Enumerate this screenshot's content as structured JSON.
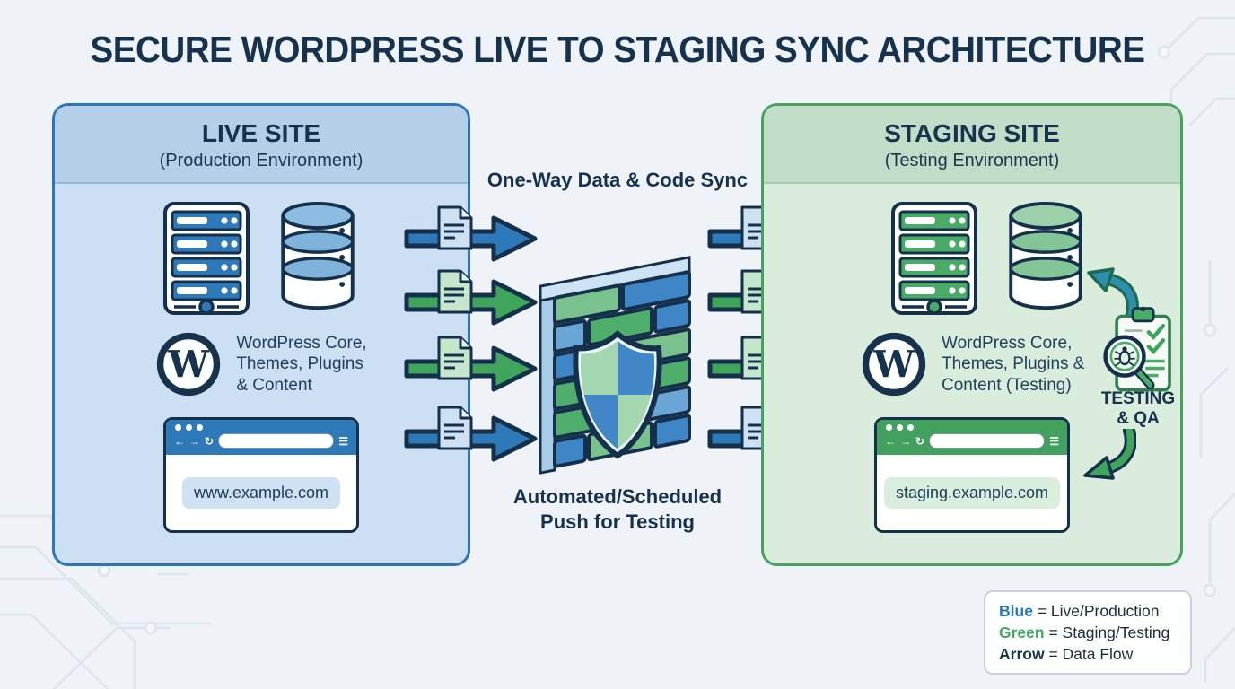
{
  "title": "SECURE WORDPRESS LIVE TO STAGING SYNC ARCHITECTURE",
  "live_site": {
    "heading": "LIVE SITE",
    "subheading": "(Production Environment)",
    "stack_lines": [
      "WordPress Core,",
      "Themes, Plugins",
      "& Content"
    ],
    "browser_url": "www.example.com"
  },
  "staging_site": {
    "heading": "STAGING SITE",
    "subheading": "(Testing Environment)",
    "stack_lines": [
      "WordPress Core,",
      "Themes, Plugins &",
      "Content (Testing)"
    ],
    "browser_url": "staging.example.com",
    "qa_lines": [
      "TESTING",
      "& QA"
    ]
  },
  "sync": {
    "top_label": "One-Way Data & Code Sync",
    "bottom_lines": [
      "Automated/Scheduled",
      "Push for Testing"
    ],
    "arrow_colors_top_to_bottom": [
      "blue",
      "green",
      "green",
      "blue"
    ]
  },
  "legend": {
    "items": [
      {
        "term": "Blue",
        "term_color": "#2878b8",
        "definition": "= Live/Production"
      },
      {
        "term": "Green",
        "term_color": "#44a862",
        "definition": "= Staging/Testing"
      },
      {
        "term": "Arrow",
        "term_color": "#16324c",
        "definition": "= Data Flow"
      }
    ]
  },
  "colors": {
    "background": "#eff3f7",
    "title_text": "#16324c",
    "live_border": "#2e75b6",
    "live_header_bg": "#b6cfe9",
    "live_body_bg": "#cddff2",
    "staging_border": "#48a15e",
    "staging_header_bg": "#c0ddc7",
    "staging_body_bg": "#daecdc",
    "arrow_blue": "#2e79b8",
    "arrow_green": "#3fa45c",
    "outline_navy": "#14304a"
  }
}
